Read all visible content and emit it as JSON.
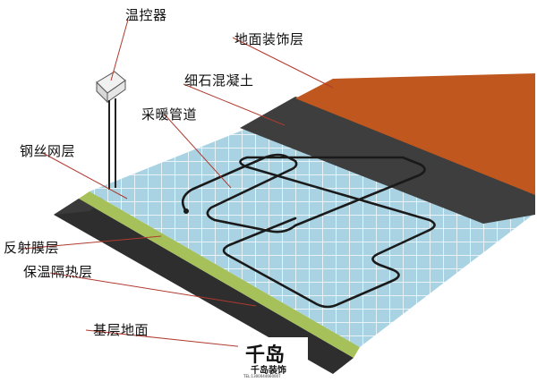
{
  "labels": {
    "thermostat": "温控器",
    "floor_finish": "地面装饰层",
    "fine_concrete": "细石混凝土",
    "heating_pipe": "采暖管道",
    "steel_mesh": "钢丝网层",
    "reflective_film": "反射膜层",
    "insulation": "保温隔热层",
    "base_floor": "基层地面"
  },
  "watermark": {
    "mark": "千岛",
    "name": "千岛装饰",
    "phone": "TEL:1300044660007"
  },
  "colors": {
    "floor_finish": "#c0561e",
    "concrete": "#3d3d3d",
    "grid_tile": "#a9d3e3",
    "grid_line": "#ffffff",
    "reflective_film": "#a9c25b",
    "base": "#2c2c2c",
    "pipe": "#1a1a1a",
    "leader_line": "#c0392b"
  }
}
